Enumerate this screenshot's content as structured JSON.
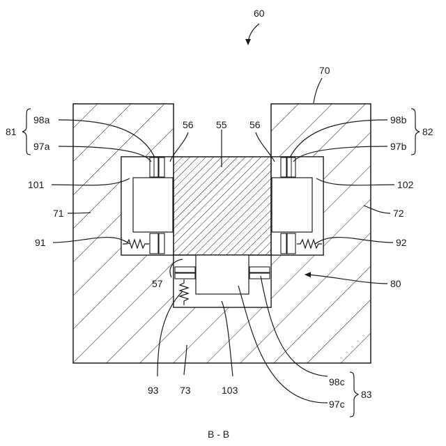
{
  "figure": {
    "ref_main": "60",
    "ref_housing": "70",
    "ref_left_wall": "71",
    "ref_right_wall": "72",
    "ref_bottom_wall": "73",
    "ref_block": "80",
    "ref_core": "55",
    "ref_gap_left": "56",
    "ref_gap_right": "56",
    "ref_gap_bottom": "57",
    "ref_98a": "98a",
    "ref_97a": "97a",
    "ref_98b": "98b",
    "ref_97b": "97b",
    "ref_98c": "98c",
    "ref_97c": "97c",
    "ref_101": "101",
    "ref_102": "102",
    "ref_103": "103",
    "ref_91": "91",
    "ref_92": "92",
    "ref_93": "93",
    "ref_group_81": "81",
    "ref_group_82": "82",
    "ref_group_83": "83",
    "section_label": "B - B"
  }
}
